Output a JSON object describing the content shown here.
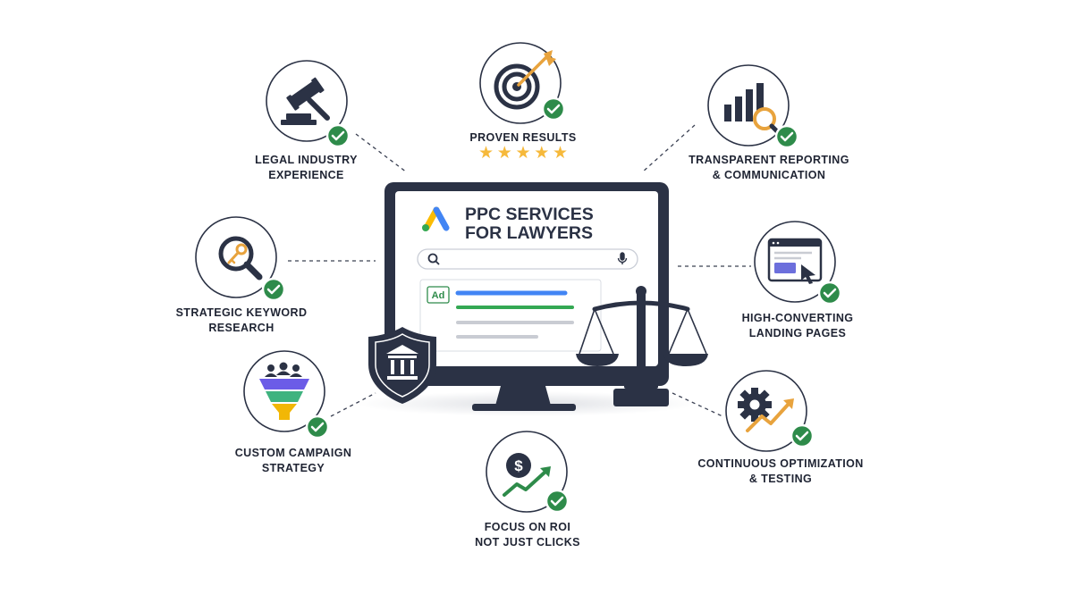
{
  "title": {
    "line1": "PPC SERVICES",
    "line2": "FOR LAWYERS"
  },
  "ad_badge": "Ad",
  "features": [
    {
      "icon": "gavel-icon",
      "line1": "LEGAL INDUSTRY",
      "line2": "EXPERIENCE"
    },
    {
      "icon": "target-icon",
      "line1": "PROVEN RESULTS",
      "line2": ""
    },
    {
      "icon": "bar-chart-magnifier-icon",
      "line1": "TRANSPARENT REPORTING",
      "line2": "& COMMUNICATION"
    },
    {
      "icon": "key-magnifier-icon",
      "line1": "STRATEGIC KEYWORD",
      "line2": "RESEARCH"
    },
    {
      "icon": "landing-page-icon",
      "line1": "HIGH-CONVERTING",
      "line2": "LANDING PAGES"
    },
    {
      "icon": "funnel-icon",
      "line1": "CUSTOM CAMPAIGN",
      "line2": "STRATEGY"
    },
    {
      "icon": "dollar-growth-icon",
      "line1": "FOCUS ON ROI",
      "line2": "NOT JUST CLICKS"
    },
    {
      "icon": "gear-growth-icon",
      "line1": "CONTINUOUS OPTIMIZATION",
      "line2": "& TESTING"
    }
  ],
  "rating_stars": 5,
  "colors": {
    "navy": "#2b3245",
    "check_green": "#2e8b4a",
    "ads_blue": "#4285f4",
    "ads_yellow": "#fbbc04",
    "ads_green": "#34a853",
    "star_gold": "#f6b93b",
    "landing_purple": "#6c6fdc",
    "funnel_top": "#6c5ce7",
    "funnel_mid": "#3fb37f",
    "funnel_bottom": "#f2b705",
    "key_gold": "#e8a33d"
  }
}
